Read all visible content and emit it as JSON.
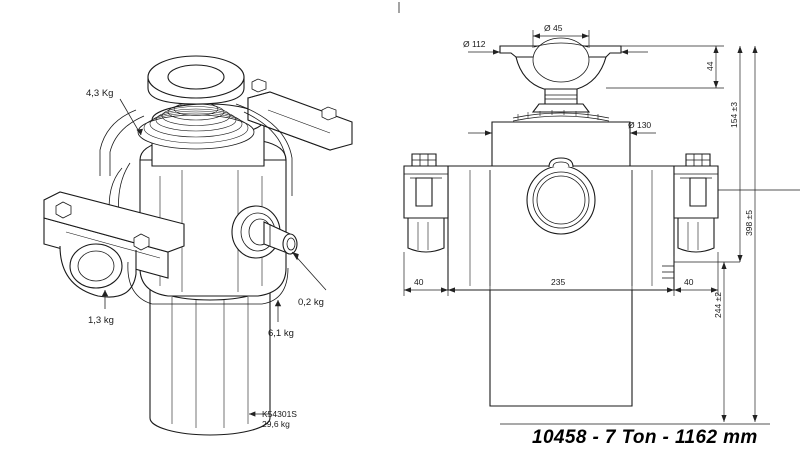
{
  "drawing": {
    "title": "10458 - 7 Ton - 1162 mm",
    "iso_view": {
      "name": "isometric-exploded-view",
      "callouts": [
        {
          "id": "cap",
          "text": "4,3 Kg"
        },
        {
          "id": "clamp",
          "text": "1,3 kg"
        },
        {
          "id": "port",
          "text": "0,2 kg"
        },
        {
          "id": "yoke",
          "text": "6,1 kg"
        }
      ],
      "part_label": {
        "code": "K54301S",
        "mass": "29,6 kg"
      }
    },
    "ortho_view": {
      "name": "front-elevation-view",
      "diameters": [
        {
          "id": "d45",
          "text": "Ø 45"
        },
        {
          "id": "d112",
          "text": "Ø 112"
        },
        {
          "id": "d130",
          "text": "Ø 130"
        }
      ],
      "vertical_dims": [
        {
          "id": "h44",
          "text": "44"
        },
        {
          "id": "h154",
          "text": "154 ±3"
        },
        {
          "id": "h398",
          "text": "398 ±5"
        },
        {
          "id": "h244",
          "text": "244 ±2"
        }
      ],
      "horizontal_dims": [
        {
          "id": "w40l",
          "text": "40"
        },
        {
          "id": "w235",
          "text": "235"
        },
        {
          "id": "w40r",
          "text": "40"
        }
      ]
    },
    "colors": {
      "line": "#1a1a1a",
      "text": "#1a1a1a",
      "background": "#ffffff"
    }
  }
}
